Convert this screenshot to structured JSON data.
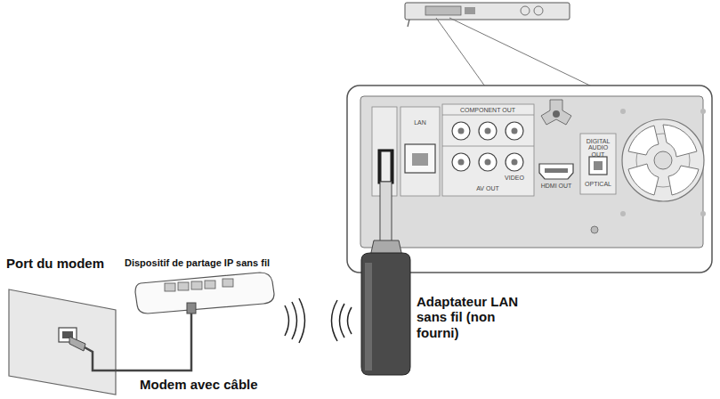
{
  "diagram": {
    "labels": [
      "Port du modem",
      "Dispositif de partage IP sans fil",
      "Adaptateur LAN sans fil (non fourni)",
      "Modem avec câble",
      "LAN",
      "COMPONENT OUT",
      "AV OUT",
      "VIDEO",
      "HDMI OUT",
      "DIGITAL AUDIO OUT",
      "OPTICAL"
    ]
  }
}
